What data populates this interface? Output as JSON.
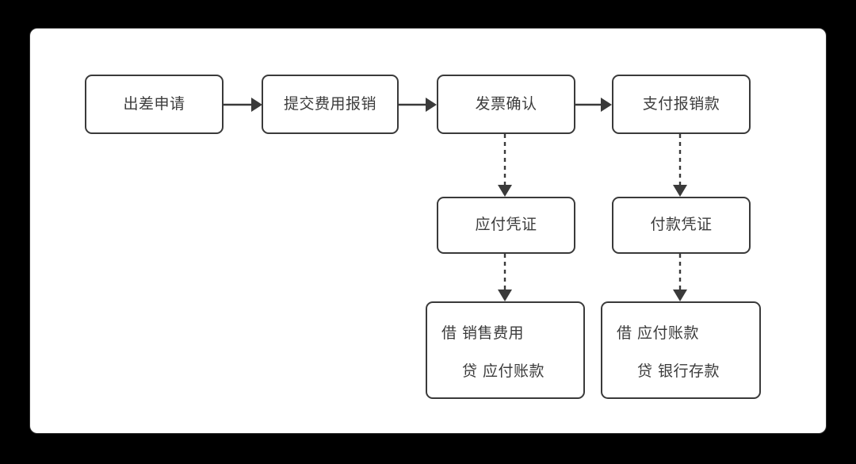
{
  "canvas": {
    "background": "#000000",
    "surface": "#ffffff",
    "stroke": "#3a3a3a",
    "text_color": "#3c3c3c"
  },
  "diagram": {
    "type": "flowchart",
    "title": "",
    "process_row": [
      {
        "id": "trip-application",
        "label": "出差申请"
      },
      {
        "id": "submit-expense-claim",
        "label": "提交费用报销"
      },
      {
        "id": "invoice-confirmation",
        "label": "发票确认"
      },
      {
        "id": "pay-reimbursement",
        "label": "支付报销款"
      }
    ],
    "voucher_row": [
      {
        "id": "payable-voucher",
        "label": "应付凭证"
      },
      {
        "id": "payment-voucher",
        "label": "付款凭证"
      }
    ],
    "journal_row": [
      {
        "id": "journal-payable",
        "debit": "借 销售费用",
        "credit": "贷 应付账款"
      },
      {
        "id": "journal-payment",
        "debit": "借 应付账款",
        "credit": "贷 银行存款"
      }
    ],
    "connectors": [
      {
        "id": "trip-to-submit",
        "style": "solid",
        "direction": "right"
      },
      {
        "id": "submit-to-invoice",
        "style": "solid",
        "direction": "right"
      },
      {
        "id": "invoice-to-pay",
        "style": "solid",
        "direction": "right"
      },
      {
        "id": "invoice-to-payable-voucher",
        "style": "dashed",
        "direction": "down"
      },
      {
        "id": "pay-to-payment-voucher",
        "style": "dashed",
        "direction": "down"
      },
      {
        "id": "payable-voucher-to-journal",
        "style": "dashed",
        "direction": "down"
      },
      {
        "id": "payment-voucher-to-journal",
        "style": "dashed",
        "direction": "down"
      }
    ]
  }
}
